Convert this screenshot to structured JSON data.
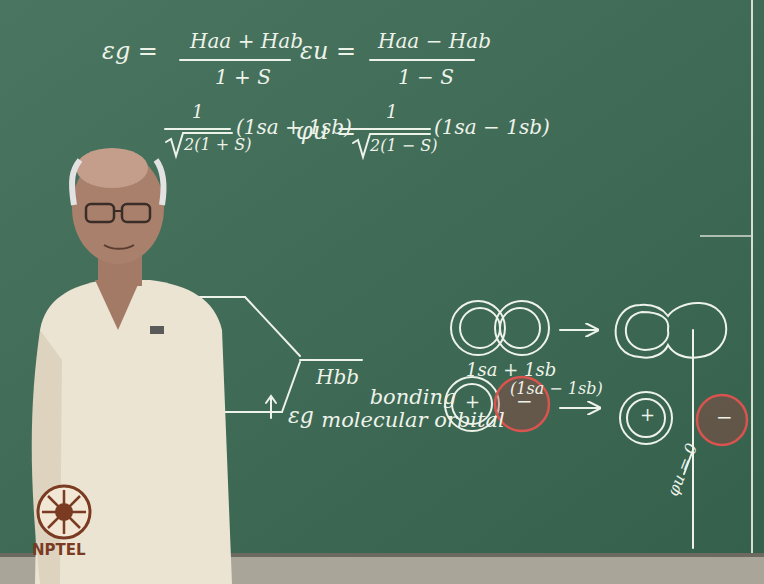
{
  "diagram": {
    "labels": [
      "εg =",
      "Haa + Hab",
      "1 + S",
      "εu =",
      "Haa − Hab",
      "1 − S",
      "1",
      "2(1 + S)",
      "(1sa + 1sb)",
      "φu =",
      "1",
      "2(1 − S)",
      "(1sa − 1sb)",
      "Hbb",
      "εg",
      "bonding molecular orbital",
      "(1sa − 1sb)",
      "1sa + 1sb",
      "+",
      "−",
      "+",
      "−",
      "φu = 0",
      "NPTEL"
    ]
  }
}
